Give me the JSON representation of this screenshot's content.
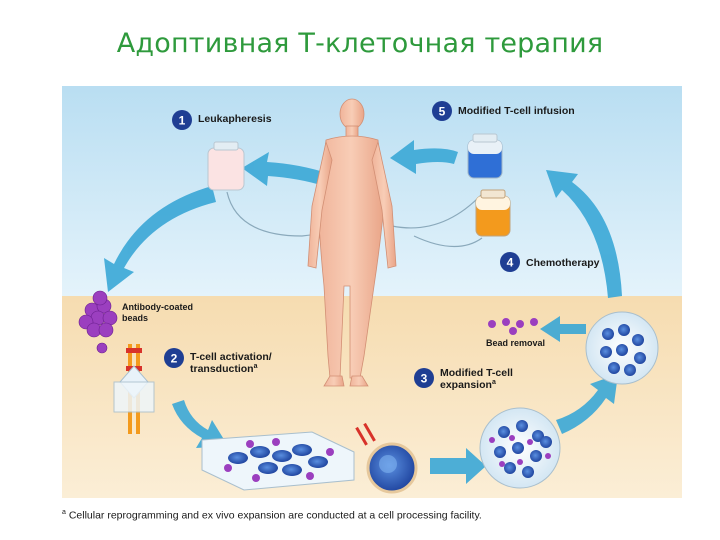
{
  "title": "Адоптивная  Т-клеточная терапия",
  "steps": [
    {
      "number": "1",
      "label": "Leukapheresis"
    },
    {
      "number": "2",
      "label_line1": "T-cell activation/",
      "label_line2": "transduction",
      "mark": "a"
    },
    {
      "number": "3",
      "label_line1": "Modified T-cell",
      "label_line2": "expansion",
      "mark": "a"
    },
    {
      "number": "4",
      "label": "Chemotherapy"
    },
    {
      "number": "5",
      "label": "Modified T-cell infusion"
    }
  ],
  "beads": {
    "label_line1": "Antibody-coated",
    "label_line2": "beads"
  },
  "bead_removal": "Bead removal",
  "footnote": {
    "mark": "a",
    "text": "Cellular reprogramming and ex vivo expansion are conducted at a cell processing facility."
  },
  "colors": {
    "title": "#2e9a3c",
    "badge": "#1f3e93",
    "arrow": "#3aa7d6",
    "sky": "#cfe9f6",
    "ground": "#f7e2bd",
    "bead": "#9b3fbf",
    "tcell": "#2a5bb8"
  }
}
